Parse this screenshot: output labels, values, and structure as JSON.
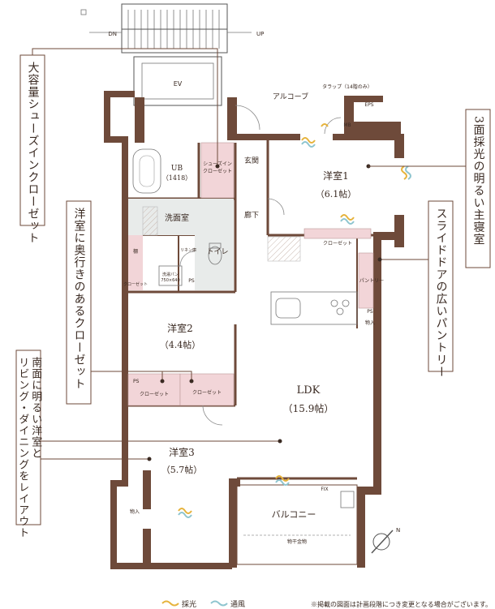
{
  "stairs": {
    "down": "DN",
    "up": "UP"
  },
  "elevator": "EV",
  "alcove": "アルコーブ",
  "trap": "タラップ（14階のみ）",
  "eps": "EPS",
  "mb": "MB",
  "rooms": {
    "ub": "UB",
    "ub_size": "（1418）",
    "shoe_closet_1": "シューズイン",
    "shoe_closet_2": "クローゼット",
    "entrance": "玄関",
    "hallway": "廊下",
    "western1": "洋室1",
    "western1_size": "（6.1帖）",
    "washroom": "洗面室",
    "toilet": "トイレ",
    "linen": "リネン庫",
    "washer_pan": "洗濯パン",
    "washer_size": "750×640",
    "shelf": "棚",
    "closet": "クローゼット",
    "pantry": "パントリー",
    "storage": "物入",
    "ps": "PS",
    "western2": "洋室2",
    "western2_size": "（4.4帖）",
    "western3": "洋室3",
    "western3_size": "（5.7帖）",
    "ldk": "LDK",
    "ldk_size": "（15.9帖）",
    "balcony": "バルコニー",
    "clothes_rack": "物干金物",
    "fix": "FIX"
  },
  "callouts": {
    "shoe_closet": "大容量シューズインクローゼット",
    "deep_closet": "洋室に奥行きのあるクローゼット",
    "south_line1": "南面に明るい洋室と",
    "south_line2": "リビング・ダイニングをレイアウト",
    "master": "3面採光の明るい主寝室",
    "pantry": "スライドドアの広いパントリー"
  },
  "legend": {
    "light": "採光",
    "wind": "通風",
    "note": "※掲載の図面は計画段階につき変更となる場合がございます。"
  },
  "compass": "N",
  "colors": {
    "wall": "#6e4a3a",
    "pink": "#f2d5d8",
    "light": "#e6b33c",
    "wind": "#8ec5cf",
    "gray": "#e8ebea"
  }
}
